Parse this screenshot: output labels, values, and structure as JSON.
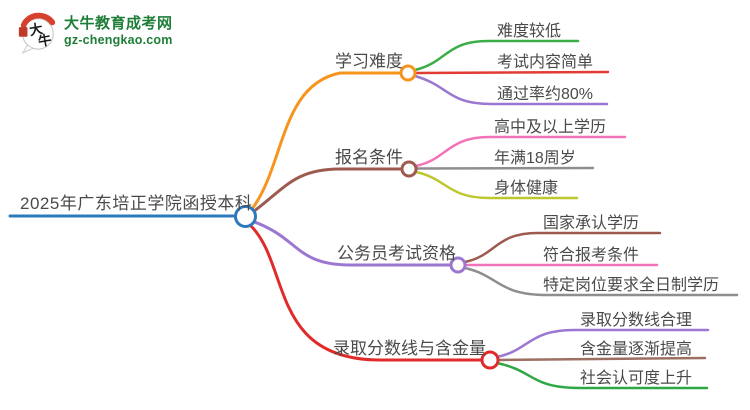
{
  "logo": {
    "site_name": "大牛教育成考网",
    "domain": "gz-chengkao.com",
    "icon_char_top": "大",
    "icon_char_bottom": "牛"
  },
  "mindmap": {
    "root": "2025年广东培正学院函授本科",
    "branches": [
      {
        "label": "学习难度",
        "color": "#F7941E",
        "children": [
          {
            "text": "难度较低",
            "color": "#3DAE47"
          },
          {
            "text": "考试内容简单",
            "color": "#E23B33"
          },
          {
            "text": "通过率约80%",
            "color": "#9B77D1"
          }
        ]
      },
      {
        "label": "报名条件",
        "color": "#9E5A4E",
        "children": [
          {
            "text": "高中及以上学历",
            "color": "#F273B8"
          },
          {
            "text": "年满18周岁",
            "color": "#8E8E8E"
          },
          {
            "text": "身体健康",
            "color": "#BDC72F"
          }
        ]
      },
      {
        "label": "公务员考试资格",
        "color": "#9B77D1",
        "children": [
          {
            "text": "国家承认学历",
            "color": "#9E5A4E"
          },
          {
            "text": "符合报考条件",
            "color": "#F273B8"
          },
          {
            "text": "特定岗位要求全日制学历",
            "color": "#8E8E8E"
          }
        ]
      },
      {
        "label": "录取分数线与含金量",
        "color": "#E02B2B",
        "children": [
          {
            "text": "录取分数线合理",
            "color": "#9B77D1"
          },
          {
            "text": "含金量逐渐提高",
            "color": "#9C6F63"
          },
          {
            "text": "社会认可度上升",
            "color": "#2EA844"
          }
        ]
      }
    ]
  },
  "colors": {
    "root_blue": "#2E79BD",
    "logo_green": "#1E7E38",
    "text_gray": "#4A4A4A",
    "logo_red": "#D7402C",
    "seal_red": "#C0392B"
  }
}
